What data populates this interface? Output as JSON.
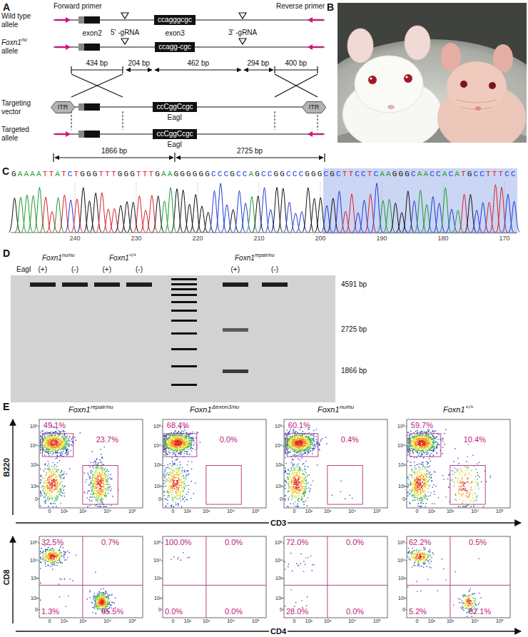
{
  "diagram": {
    "nodes": [
      {
        "text": [
          "ccagggcgc"
        ]
      },
      {
        "text": [
          "ccagg-cgc"
        ]
      },
      {
        "text": [
          "ccCggCcgc"
        ]
      },
      {
        "text": [
          "ccCggCcgc"
        ]
      },
      {
        "text": [
          "ITR"
        ]
      },
      {
        "text": [
          "ITR"
        ]
      }
    ],
    "labels": [
      "A",
      "Forward primer",
      "Reverse primer",
      "Wild type allele",
      "Foxn1",
      "nu",
      "allele",
      "exon2",
      "5' -gRNA",
      "exon3",
      "3' -gRNA",
      "434 bp",
      "204 bp",
      "462 bp",
      "294 bp",
      "400 bp",
      "Targeting vector",
      "EagI",
      "Targeted allele",
      "EagI",
      "1866 bp",
      "2725 bp",
      "B",
      "C",
      "GAAAATTATCTGGGTTTGGGTTTGAAGGGGGGCCCGCCAGCCGGCCCGGGCGCTTCCTCAAGGGCAACCACATGCCTTTCC",
      "240",
      "230",
      "220",
      "210",
      "200",
      "190",
      "180",
      "170",
      "D",
      "Foxn1",
      "nu/nu",
      "Foxn1",
      "+/+",
      "Foxn1",
      "repair/nu",
      "EagI",
      "(+)",
      "(-)",
      "(+)",
      "(-)",
      "(+)",
      "(-)",
      "4591 bp",
      "2725 bp",
      "1866 bp",
      "E",
      "Foxn1",
      "repair/nu",
      "Foxn1",
      "Δexon3/nu",
      "Foxn1",
      "nu/nu",
      "Foxn1",
      "+/+",
      "B220",
      "CD3",
      "CD8",
      "CD4",
      "49.1%",
      "23.7%",
      "10⁵",
      "10⁴",
      "10³",
      "10²",
      "0",
      "0",
      "10²",
      "10³",
      "10⁴",
      "10⁵",
      "68.4%",
      "0.0%",
      "10⁵",
      "10⁴",
      "10³",
      "10²",
      "0",
      "0",
      "10²",
      "10³",
      "10⁴",
      "10⁵",
      "60.1%",
      "0.4%",
      "10⁵",
      "10⁴",
      "10³",
      "10²",
      "0",
      "0",
      "10²",
      "10³",
      "10⁴",
      "10⁵",
      "59.7%",
      "10.4%",
      "10⁵",
      "10⁴",
      "10³",
      "10²",
      "0",
      "0",
      "10²",
      "10³",
      "10⁴",
      "10⁵",
      "32.5%",
      "0.7%",
      "1.3%",
      "65.5%",
      "10⁵",
      "10⁴",
      "10³",
      "10²",
      "0",
      "0",
      "10²",
      "10³",
      "10⁴",
      "10⁵",
      "100.0%",
      "0.0%",
      "0.0%",
      "0.0%",
      "10⁵",
      "10⁴",
      "10³",
      "10²",
      "0",
      "0",
      "10²",
      "10³",
      "10⁴",
      "10⁵",
      "72.0%",
      "0.0%",
      "28.0%",
      "0.0%",
      "10⁵",
      "10⁴",
      "10³",
      "10²",
      "0",
      "0",
      "10²",
      "10³",
      "10⁴",
      "10⁵",
      "62.2%",
      "0.5%",
      "5.2%",
      "32.1%",
      "10⁵",
      "10⁴",
      "10³",
      "10²",
      "0",
      "0",
      "10²",
      "10³",
      "10⁴",
      "10⁵"
    ]
  }
}
